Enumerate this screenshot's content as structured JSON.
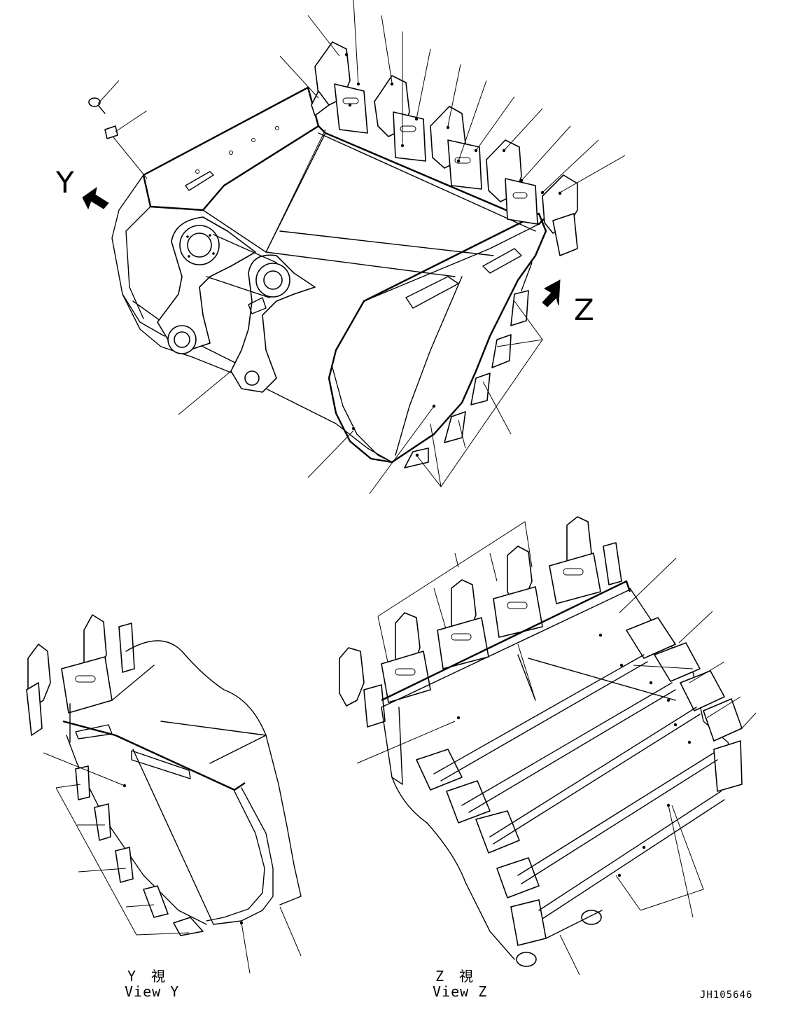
{
  "view_markers": {
    "y": "Y",
    "z": "Z"
  },
  "captions": {
    "view_y_jp": "Y　視",
    "view_y_en": "View Y",
    "view_z_jp": "Z　視",
    "view_z_en": "View Z"
  },
  "drawing_number": "JH105646",
  "icons": {
    "direction_arrow": "filled-arrow-icon",
    "part_tooth": "bucket-tooth-icon",
    "bolt": "bolt-icon"
  }
}
